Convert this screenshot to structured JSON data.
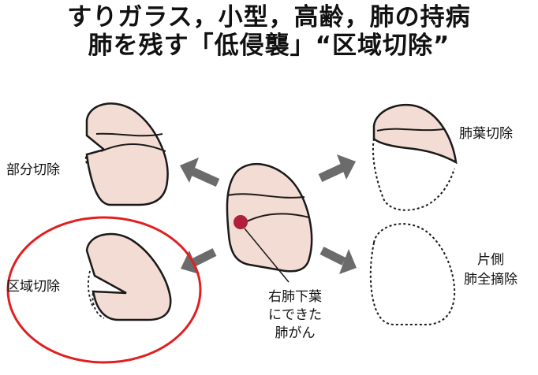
{
  "title": {
    "line1": "すりガラス，小型，高齢，肺の持病",
    "line2": "肺を残す「低侵襲」“区域切除”"
  },
  "center": {
    "label_lines": [
      "右肺下葉",
      "にできた",
      "肺がん"
    ]
  },
  "procedures": {
    "partial": "部分切除",
    "lobectomy": "肺葉切除",
    "segmentectomy": "区域切除",
    "pneumonectomy_lines": [
      "片側",
      "肺全摘除"
    ]
  },
  "colors": {
    "lung_fill": "#f3dcd3",
    "outline": "#1a1a1a",
    "arrow": "#6b6b6b",
    "tumor": "#b0203a",
    "highlight_circle": "#e02020"
  }
}
